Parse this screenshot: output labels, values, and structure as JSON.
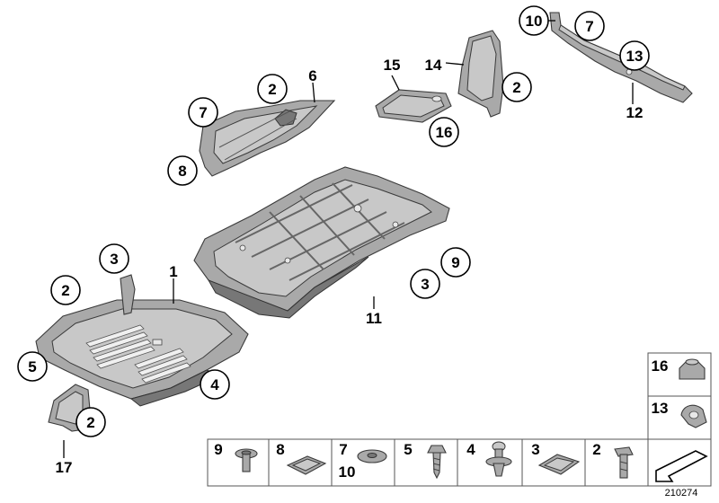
{
  "diagram": {
    "callouts": [
      {
        "id": "c10",
        "text": "10"
      },
      {
        "id": "c7a",
        "text": "7"
      },
      {
        "id": "c13a",
        "text": "13"
      },
      {
        "id": "c12",
        "text": "12"
      },
      {
        "id": "c15",
        "text": "15"
      },
      {
        "id": "c14",
        "text": "14"
      },
      {
        "id": "c2a",
        "text": "2"
      },
      {
        "id": "c16a",
        "text": "16"
      },
      {
        "id": "c6",
        "text": "6"
      },
      {
        "id": "c2b",
        "text": "2"
      },
      {
        "id": "c7b",
        "text": "7"
      },
      {
        "id": "c8",
        "text": "8"
      },
      {
        "id": "c3a",
        "text": "3"
      },
      {
        "id": "c1",
        "text": "1"
      },
      {
        "id": "c2c",
        "text": "2"
      },
      {
        "id": "c9",
        "text": "9"
      },
      {
        "id": "c3b",
        "text": "3"
      },
      {
        "id": "c11",
        "text": "11"
      },
      {
        "id": "c5",
        "text": "5"
      },
      {
        "id": "c4",
        "text": "4"
      },
      {
        "id": "c2d",
        "text": "2"
      },
      {
        "id": "c17",
        "text": "17"
      }
    ],
    "legend_cells": [
      {
        "id": "l9",
        "label": "9",
        "sub": ""
      },
      {
        "id": "l8",
        "label": "8",
        "sub": ""
      },
      {
        "id": "l7",
        "label": "7",
        "sub": "10"
      },
      {
        "id": "l5",
        "label": "5",
        "sub": ""
      },
      {
        "id": "l4",
        "label": "4",
        "sub": ""
      },
      {
        "id": "l3",
        "label": "3",
        "sub": ""
      },
      {
        "id": "l2",
        "label": "2",
        "sub": ""
      },
      {
        "id": "l16",
        "label": "16",
        "sub": ""
      },
      {
        "id": "l13",
        "label": "13",
        "sub": ""
      }
    ],
    "diagram_number": "210274"
  }
}
